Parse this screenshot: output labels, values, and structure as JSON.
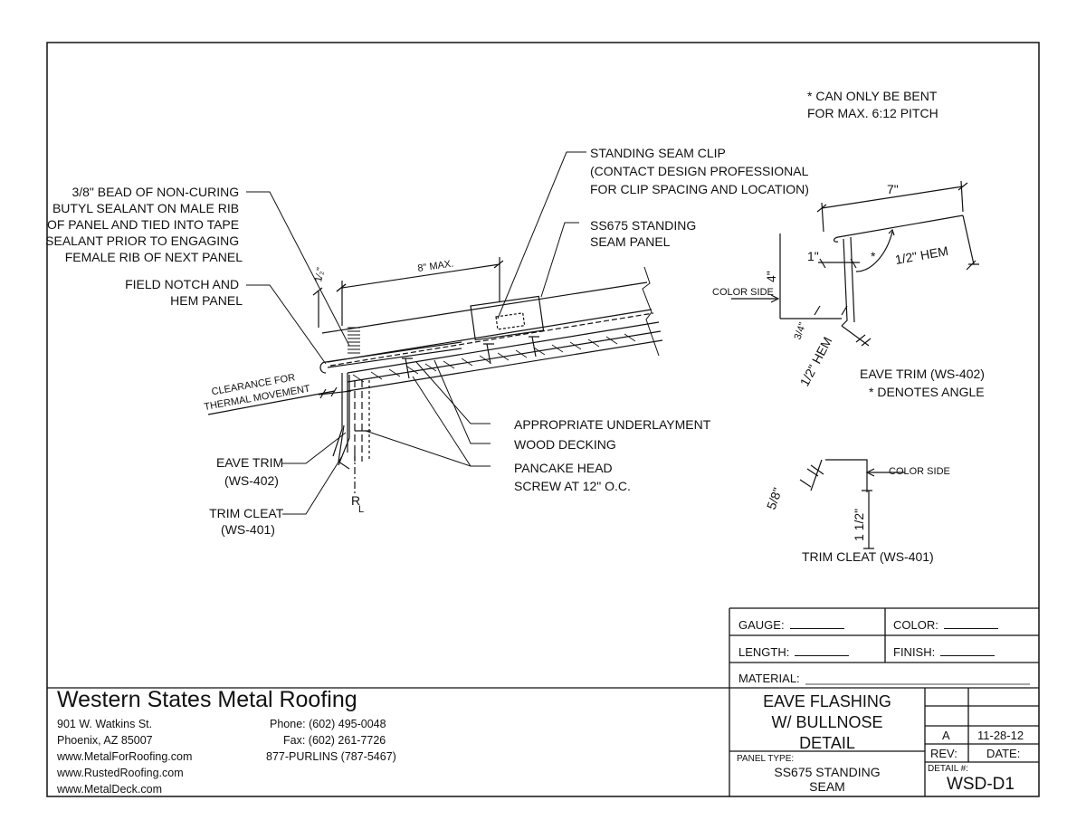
{
  "notes": {
    "pitch_note": [
      "* CAN ONLY BE BENT",
      "FOR MAX. 6:12 PITCH"
    ]
  },
  "callouts": {
    "standing_seam_clip": [
      "STANDING SEAM CLIP",
      "(CONTACT DESIGN PROFESSIONAL",
      "FOR CLIP SPACING AND LOCATION)"
    ],
    "ss675_panel": [
      "SS675 STANDING",
      "SEAM PANEL"
    ],
    "bead": [
      "3/8\" BEAD OF NON-CURING",
      "BUTYL SEALANT ON MALE RIB",
      "OF PANEL AND TIED INTO TAPE",
      "SEALANT PRIOR TO ENGAGING",
      "FEMALE RIB OF NEXT PANEL"
    ],
    "field_notch": [
      "FIELD NOTCH AND",
      "HEM PANEL"
    ],
    "clearance": [
      "CLEARANCE FOR",
      "THERMAL MOVEMENT"
    ],
    "underlayment": "APPROPRIATE UNDERLAYMENT",
    "wood_decking": "WOOD DECKING",
    "pancake": [
      "PANCAKE HEAD",
      "SCREW AT 12\" O.C."
    ],
    "eave_trim": [
      "EAVE TRIM",
      "(WS-402)"
    ],
    "trim_cleat": [
      "TRIM CLEAT",
      "(WS-401)"
    ],
    "centerline": "R",
    "centerline_sub": "L",
    "dim_8max": "8\" MAX.",
    "dim_half": "1⁄₂\""
  },
  "eave_trim_detail": {
    "dim_7": "7\"",
    "dim_1": "1\"",
    "dim_4": "4\"",
    "dim_half_hem_top": "1/2\" HEM",
    "dim_3_4": "3/4\"",
    "dim_half_hem_bottom": "1/2\" HEM",
    "angle_mark": "*",
    "color_side": "COLOR SIDE",
    "title": "EAVE TRIM (WS-402)",
    "subtitle": "* DENOTES ANGLE"
  },
  "trim_cleat_detail": {
    "color_side": "COLOR SIDE",
    "dim_5_8": "5/8\"",
    "dim_1_1_2": "1 1/2\"",
    "title": "TRIM CLEAT (WS-401)"
  },
  "title_block": {
    "gauge_label": "GAUGE:",
    "color_label": "COLOR:",
    "length_label": "LENGTH:",
    "finish_label": "FINISH:",
    "material_label": "MATERIAL:",
    "company": "Western States Metal Roofing",
    "address1": "901 W. Watkins St.",
    "address2": "Phoenix, AZ 85007",
    "web1": "www.MetalForRoofing.com",
    "web2": "www.RustedRoofing.com",
    "web3": "www.MetalDeck.com",
    "phone": "Phone: (602) 495-0048",
    "fax": "Fax: (602) 261-7726",
    "tollfree": "877-PURLINS (787-5467)",
    "drawing_title": [
      "EAVE FLASHING",
      "W/ BULLNOSE",
      "DETAIL"
    ],
    "panel_type_label": "PANEL TYPE:",
    "panel_type_value": [
      "SS675 STANDING",
      "SEAM"
    ],
    "rev_value": "A",
    "date_value": "11-28-12",
    "rev_label": "REV:",
    "date_label": "DATE:",
    "detail_label": "DETAIL #:",
    "detail_value": "WSD-D1"
  }
}
